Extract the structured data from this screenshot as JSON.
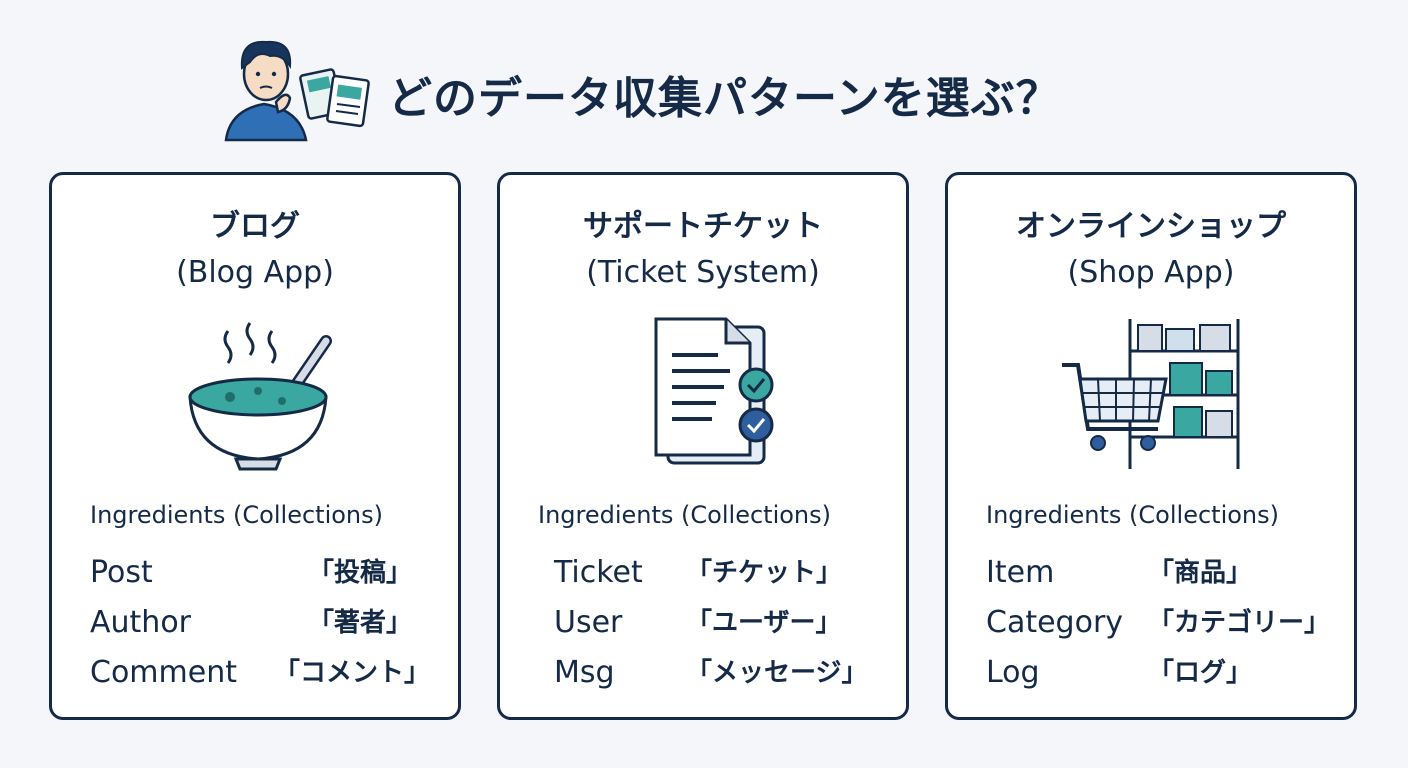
{
  "header": {
    "title": "どのデータ収集パターンを選ぶ？",
    "person_icon": "thinking-person-icon"
  },
  "colors": {
    "navy": "#142a47",
    "teal": "#3aa8a0",
    "blue": "#2f5e9e",
    "background": "#f4f6f9"
  },
  "cards": [
    {
      "title": "ブログ",
      "subtitle": "(Blog App)",
      "icon": "soup-bowl-icon",
      "ingredients_label": "Ingredients (Collections)",
      "items": [
        {
          "en": "Post",
          "jp": "「投稿」"
        },
        {
          "en": "Author",
          "jp": "「著者」"
        },
        {
          "en": "Comment",
          "jp": "「コメント」"
        }
      ]
    },
    {
      "title": "サポートチケット",
      "subtitle": "(Ticket System)",
      "icon": "document-checklist-icon",
      "ingredients_label": "Ingredients (Collections)",
      "items": [
        {
          "en": "Ticket",
          "jp": "「チケット」"
        },
        {
          "en": "User",
          "jp": "「ユーザー」"
        },
        {
          "en": "Msg",
          "jp": "「メッセージ」"
        }
      ]
    },
    {
      "title": "オンラインショップ",
      "subtitle": "(Shop App)",
      "icon": "shopping-cart-shelf-icon",
      "ingredients_label": "Ingredients (Collections)",
      "items": [
        {
          "en": "Item",
          "jp": "「商品」"
        },
        {
          "en": "Category",
          "jp": "「カテゴリー」"
        },
        {
          "en": "Log",
          "jp": "「ログ」"
        }
      ]
    }
  ]
}
